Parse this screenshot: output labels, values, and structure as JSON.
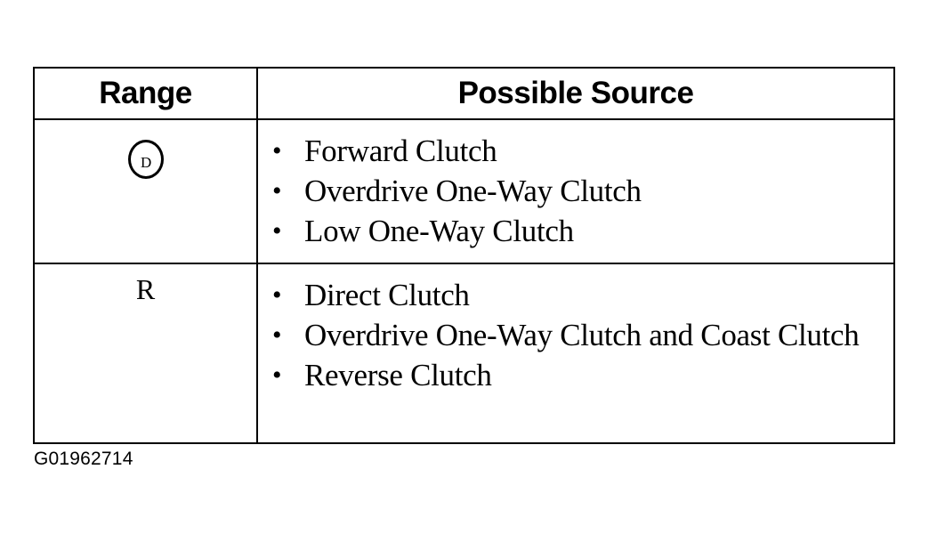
{
  "table": {
    "headers": {
      "range": "Range",
      "source": "Possible Source"
    },
    "rows": [
      {
        "range_symbol": "drive-circle-icon",
        "range_symbol_letter": "D",
        "sources": [
          "Forward Clutch",
          "Overdrive One-Way Clutch",
          "Low One-Way Clutch"
        ]
      },
      {
        "range": "R",
        "sources": [
          "Direct Clutch",
          "Overdrive One-Way Clutch and Coast Clutch",
          "Reverse Clutch"
        ]
      }
    ],
    "bullet": "•"
  },
  "figure_code": "G01962714"
}
